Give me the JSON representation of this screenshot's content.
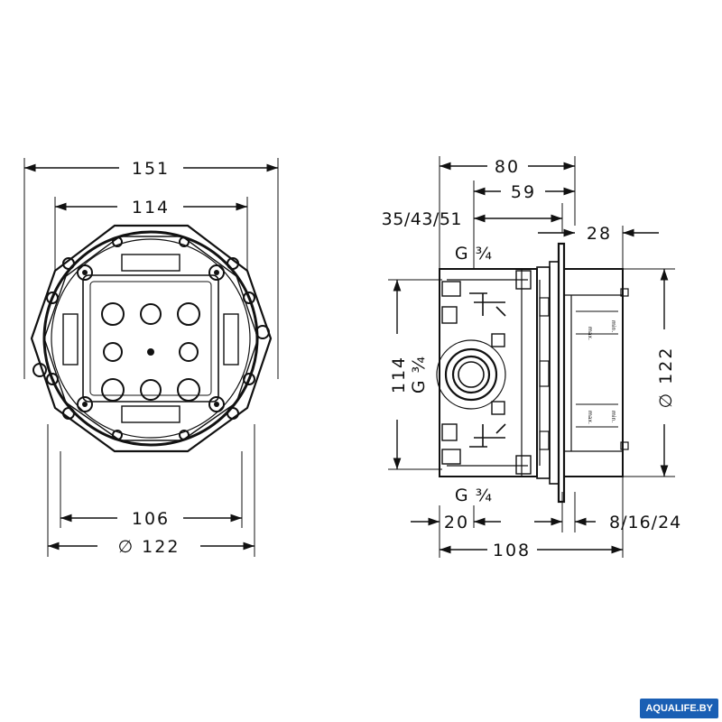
{
  "front_view": {
    "width_outer": "151",
    "width_inner": "114",
    "width_bottom": "106",
    "diameter": "∅ 122"
  },
  "side_view": {
    "depth_total": "80",
    "depth_mid": "59",
    "depth_range": "35/43/51",
    "offset_right": "28",
    "thread_top": "G ¾",
    "thread_side": "G ¾",
    "thread_bottom": "G ¾",
    "height": "114",
    "diameter": "∅ 122",
    "offset_left": "20",
    "plate_range": "8/16/24",
    "depth_bottom": "108",
    "label_max": "max.",
    "label_min": "min."
  },
  "watermark": {
    "brand": "AQUALIFE.BY",
    "color": "#1a5fb4"
  }
}
